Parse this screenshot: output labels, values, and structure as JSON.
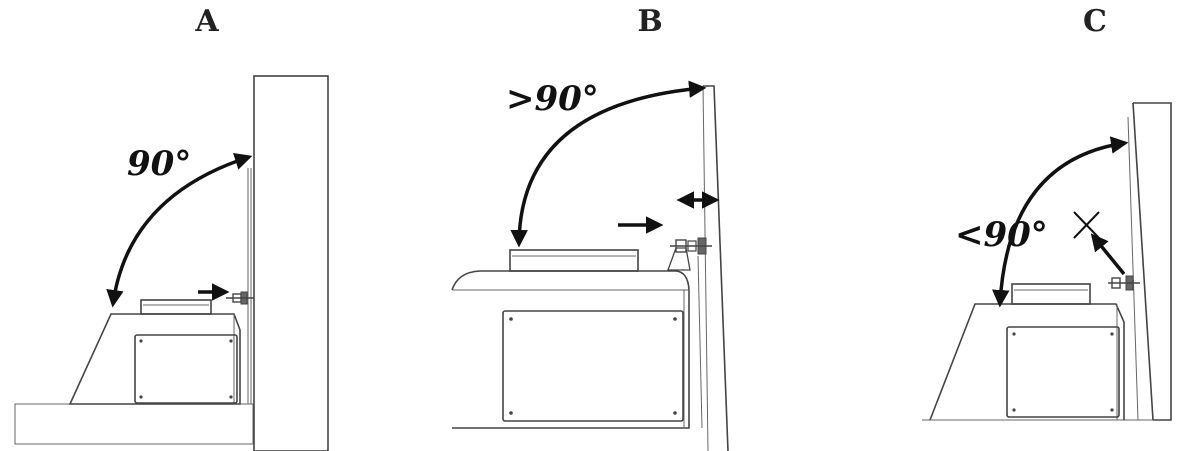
{
  "panels": [
    {
      "letter": "A",
      "angle": "90°"
    },
    {
      "letter": "B",
      "angle": ">90°"
    },
    {
      "letter": "C",
      "angle": "<90°"
    }
  ],
  "colors": {
    "outline": "#444444",
    "arrow": "#111111",
    "background": "#ffffff"
  },
  "icons": {
    "rejected": "x-mark-icon"
  }
}
